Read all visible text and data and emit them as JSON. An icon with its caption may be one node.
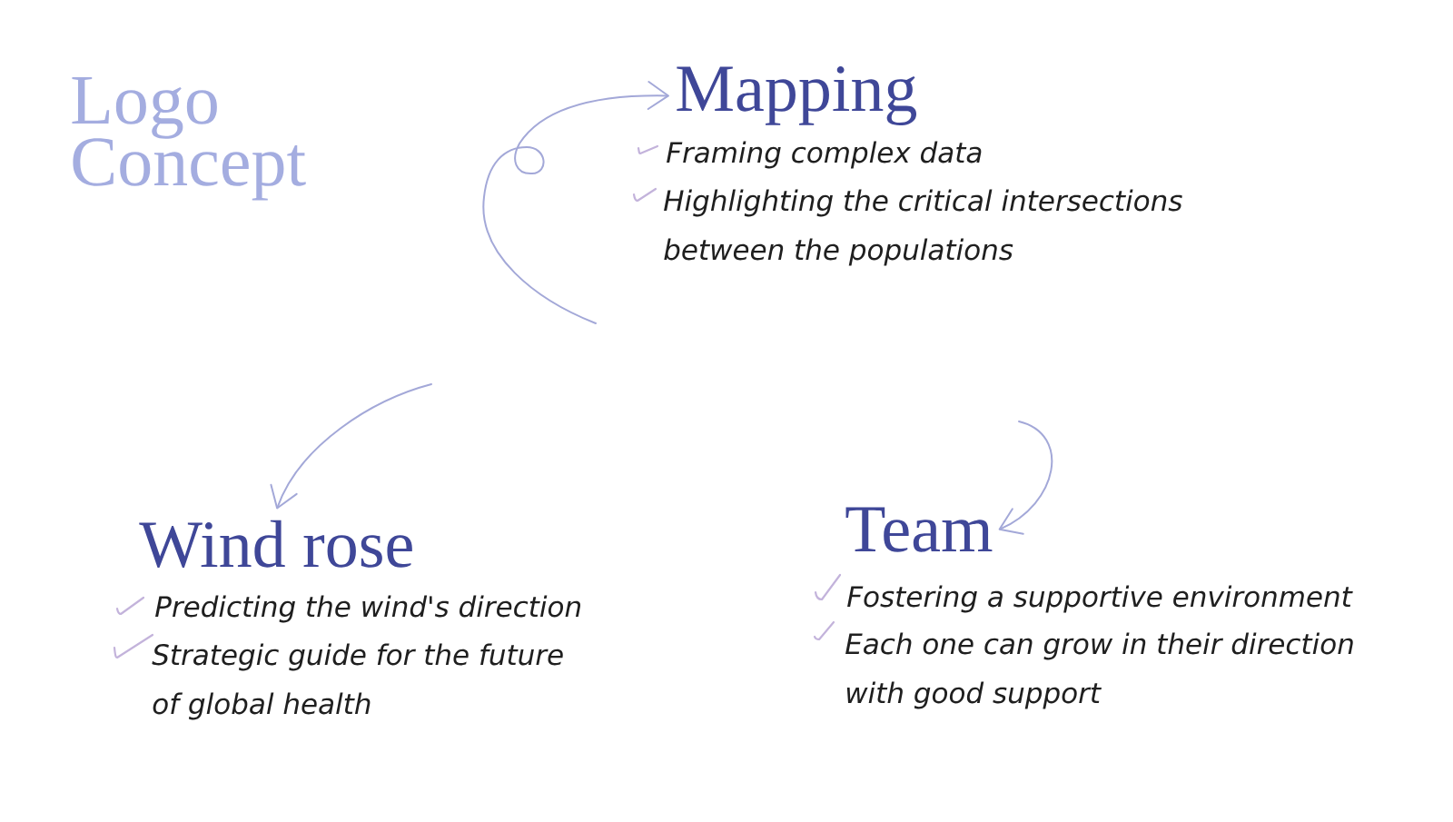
{
  "diagram": {
    "title": "Logo Concept",
    "nodes": [
      {
        "text": [
          "Mapping"
        ],
        "beside": [
          "Framing complex data",
          "Highlighting the critical intersections between the populations"
        ]
      },
      {
        "text": [
          "Wind rose"
        ],
        "beside": [
          "Predicting the wind's direction",
          "Strategic guide for the future of global health"
        ]
      },
      {
        "text": [
          "Team"
        ],
        "beside": [
          "Fostering a supportive environment",
          "Each one can grow in their direction with good support"
        ]
      }
    ],
    "edges": [
      {
        "from": null,
        "to": 0,
        "arrow": "to"
      },
      {
        "from": null,
        "to": 1,
        "arrow": "to"
      },
      {
        "from": null,
        "to": 2,
        "arrow": "to"
      }
    ]
  }
}
